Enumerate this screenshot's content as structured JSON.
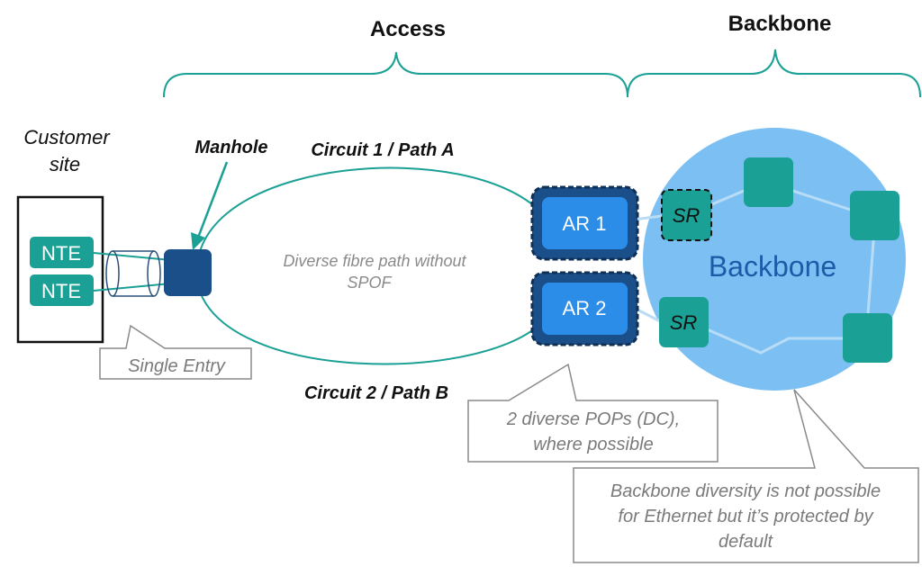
{
  "headers": {
    "access": "Access",
    "backbone": "Backbone"
  },
  "customer_site": {
    "line1": "Customer",
    "line2": "site",
    "nte1": "NTE",
    "nte2": "NTE"
  },
  "manhole": "Manhole",
  "circuit_a": "Circuit 1 / Path A",
  "circuit_b": "Circuit 2 / Path B",
  "diverse_path": {
    "line1": "Diverse fibre path without",
    "line2": "SPOF"
  },
  "single_entry": "Single Entry",
  "ar1": "AR 1",
  "ar2": "AR 2",
  "sr1": "SR",
  "sr2": "SR",
  "backbone_cloud": "Backbone",
  "pops_callout": {
    "line1": "2 diverse POPs (DC),",
    "line2": "where possible"
  },
  "backbone_callout": {
    "line1": "Backbone diversity is not possible",
    "line2": "for Ethernet but it’s protected by",
    "line3": "default"
  },
  "colors": {
    "teal": "#1aa094",
    "teal_dark": "#0e8075",
    "ar_blue": "#2b8de8",
    "ar_dark": "#1a4f8a",
    "cloud": "#7cc0f3",
    "link": "#b8dcf5",
    "gray": "#8a8a8a"
  }
}
